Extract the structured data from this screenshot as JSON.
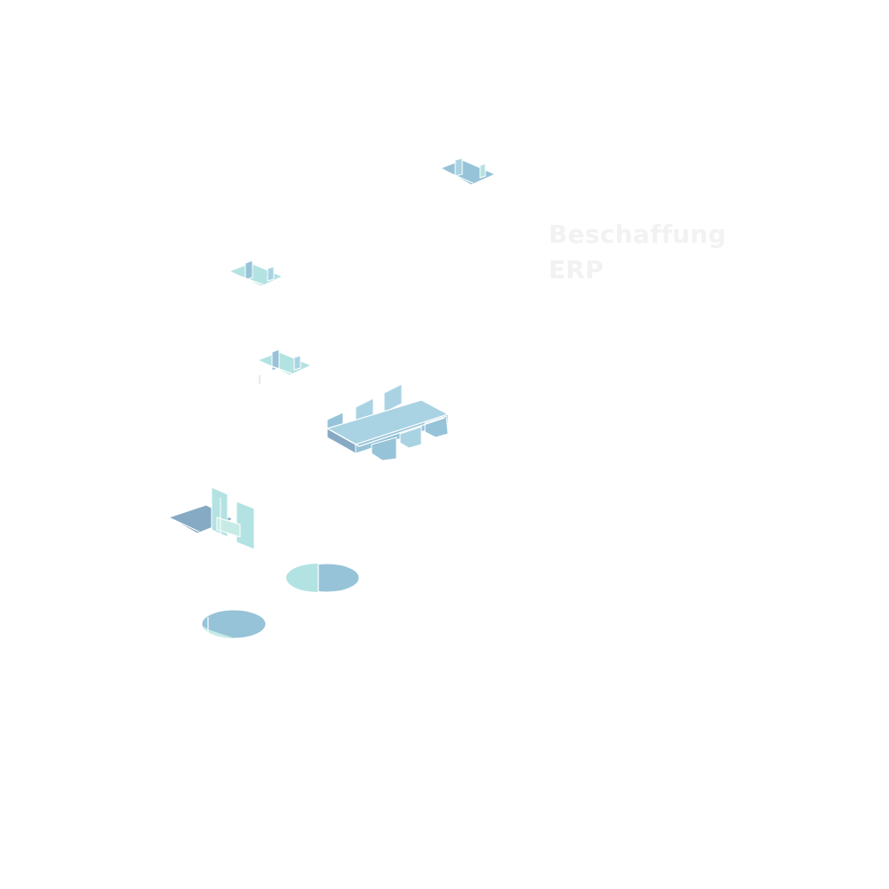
{
  "labels": {
    "title": "Beschaffung",
    "subtitle": "ERP"
  },
  "colors": {
    "background": "#ffffff",
    "blue": "#96c3d8",
    "light_blue": "#a9d3e3",
    "teal": "#b3e2e2",
    "mint": "#c6ebe6",
    "steel": "#86aac4",
    "edge": "#ffffff",
    "label": "#f2f2f2"
  },
  "objects": [
    {
      "name": "chair-top",
      "kind": "chair"
    },
    {
      "name": "chair-left-upper",
      "kind": "chair"
    },
    {
      "name": "chair-left-middle",
      "kind": "chair"
    },
    {
      "name": "conference-table",
      "kind": "table-with-chairs"
    },
    {
      "name": "desk-with-panel",
      "kind": "desk"
    },
    {
      "name": "round-table-right",
      "kind": "round-table"
    },
    {
      "name": "round-table-left",
      "kind": "round-table"
    }
  ]
}
